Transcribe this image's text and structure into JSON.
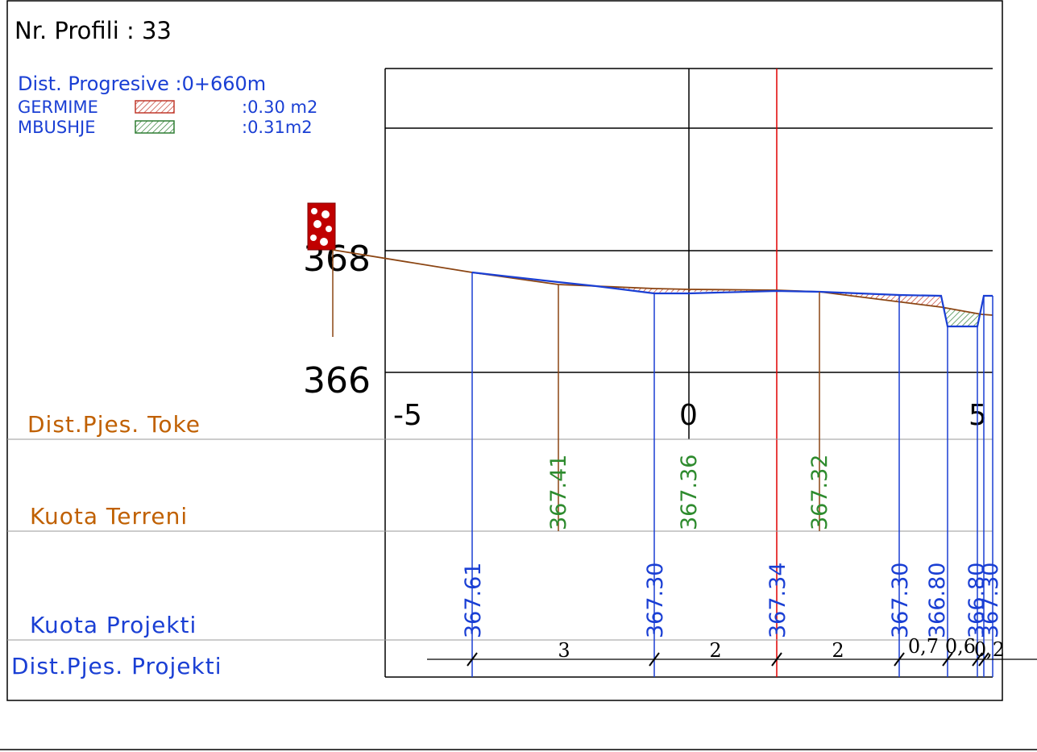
{
  "header": {
    "profile_number": "Nr. Profili : 33",
    "progressive_distance": "Dist. Progresive :0+660m",
    "cut_label": "GERMIME",
    "cut_area": ":0.30  m2",
    "fill_label": "MBUSHJE",
    "fill_area": ":0.31m2"
  },
  "row_labels": {
    "point_distance": "Dist.Pjes. Toke",
    "terrain_level": "Kuota Terreni",
    "design_level": "Kuota Projekti",
    "design_distance": "Dist.Pjes. Projekti"
  },
  "axis": {
    "elevation_labels": [
      "368",
      "366"
    ],
    "offset_labels": [
      "-5",
      "0",
      "5"
    ]
  },
  "terrain_levels": [
    "367.41",
    "367.36",
    "367.32"
  ],
  "design_levels": [
    "367.61",
    "367.30",
    "367.34",
    "367.30",
    "366.80",
    "366.80",
    "367.30"
  ],
  "design_distances": [
    "3",
    "2",
    "2",
    "0,7",
    "0,6",
    "0,2"
  ],
  "colors": {
    "frame": "#000000",
    "terrain": "#8B4513",
    "design": "#1a3fd4",
    "axis_center": "#e00000",
    "label_orange": "#c06000",
    "terrain_text": "#2e8b2e",
    "marker": "#c00000",
    "cut_hatch": "#c0392b",
    "fill_hatch": "#2e7d32"
  },
  "icons": {
    "elevation_marker": "gravel-marker-icon"
  }
}
